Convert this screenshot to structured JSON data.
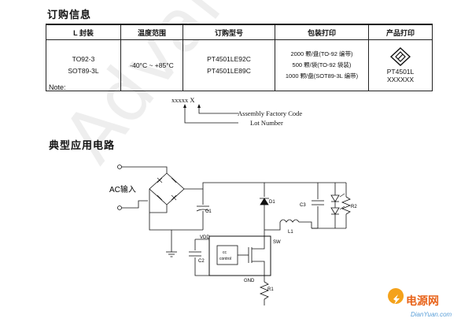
{
  "ordering": {
    "heading": "订购信息",
    "headers": [
      "L 封装",
      "温度范围",
      "订购型号",
      "包装打印",
      "产品打印"
    ],
    "row": {
      "packages": [
        "TO92-3",
        "SOT89-3L"
      ],
      "temperature": "-40°C ~ +85°C",
      "models": [
        "PT4501LE92C",
        "PT4501LE89C"
      ],
      "packing": [
        "2000 颗/盘(TO-92 编带)",
        "500 颗/袋(TO-92 袋装)",
        "1000 颗/盘(SOT89-3L 编带)"
      ],
      "marking": [
        "PT4501L",
        "XXXXXX"
      ]
    }
  },
  "note": {
    "label": "Note:",
    "code": "xxxxx X",
    "assembly": "Assembly Factory Code",
    "lot": "Lot Number"
  },
  "circuit": {
    "heading": "典型应用电路",
    "ac_input": "AC输入",
    "labels": {
      "c1": "C1",
      "c2": "C2",
      "c3": "C3",
      "d1": "D1",
      "l1": "L1",
      "r1": "R1",
      "r2": "R2",
      "vdd": "VDD",
      "sw": "SW",
      "gnd": "GND",
      "cc": "cc",
      "control": "control"
    }
  },
  "watermark": "Advanced",
  "logo": {
    "cn": "电源网",
    "en": "DianYuan.com"
  },
  "colors": {
    "logo_orange": "#e8631a",
    "logo_blue": "#5a9fd8"
  }
}
